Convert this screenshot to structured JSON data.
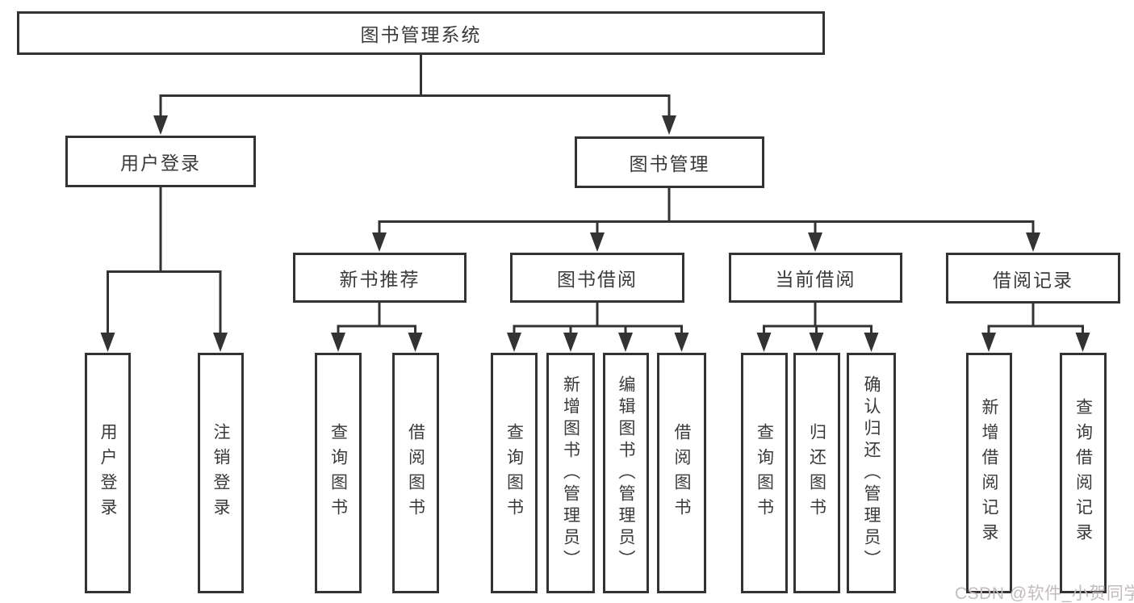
{
  "diagram": {
    "title": "图书管理系统",
    "tree": {
      "label": "图书管理系统",
      "children": [
        {
          "label": "用户登录",
          "children": [
            {
              "label": "用户登录"
            },
            {
              "label": "注销登录"
            }
          ]
        },
        {
          "label": "图书管理",
          "children": [
            {
              "label": "新书推荐",
              "children": [
                {
                  "label": "查询图书"
                },
                {
                  "label": "借阅图书"
                }
              ]
            },
            {
              "label": "图书借阅",
              "children": [
                {
                  "label": "查询图书"
                },
                {
                  "label": "新增图书（管理员）"
                },
                {
                  "label": "编辑图书（管理员）"
                },
                {
                  "label": "借阅图书"
                }
              ]
            },
            {
              "label": "当前借阅",
              "children": [
                {
                  "label": "查询图书"
                },
                {
                  "label": "归还图书"
                },
                {
                  "label": "确认归还（管理员）"
                }
              ]
            },
            {
              "label": "借阅记录",
              "children": [
                {
                  "label": "新增借阅记录"
                },
                {
                  "label": "查询借阅记录"
                }
              ]
            }
          ]
        }
      ]
    }
  },
  "watermark": {
    "text": "CSDN @软件_小贺同学"
  },
  "colors": {
    "line": "#333333",
    "text": "#3a3a3a",
    "watermark": "#c3bcbc",
    "background": "#ffffff"
  }
}
